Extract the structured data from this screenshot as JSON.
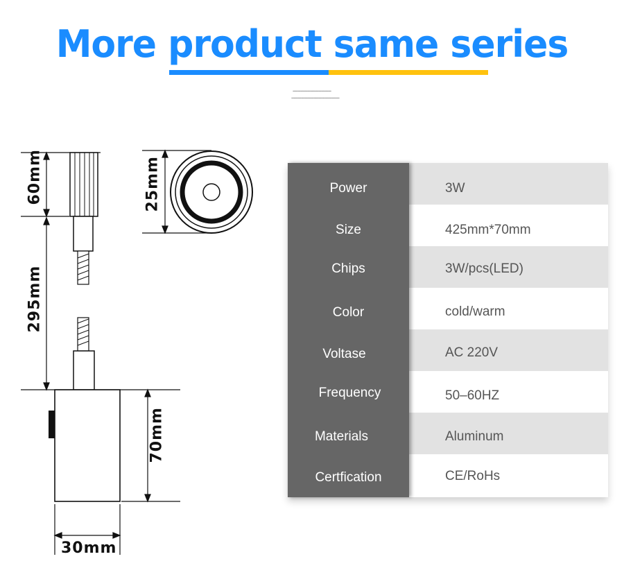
{
  "header": {
    "title": "More product same series"
  },
  "dimensions": {
    "top_height": "60mm",
    "cable_length": "295mm",
    "body_height": "70mm",
    "body_width": "30mm",
    "diameter": "25mm"
  },
  "specs": [
    {
      "label": "Power",
      "value": "3W"
    },
    {
      "label": "Size",
      "value": "425mm*70mm"
    },
    {
      "label": "Chips",
      "value": "3W/pcs(LED)"
    },
    {
      "label": "Color",
      "value": "cold/warm"
    },
    {
      "label": "Voltase",
      "value": "AC 220V"
    },
    {
      "label": "Frequency",
      "value": "50–60HZ"
    },
    {
      "label": "Materials",
      "value": "Aluminum"
    },
    {
      "label": "Certfication",
      "value": "CE/RoHs"
    }
  ],
  "colors": {
    "title_blue": "#1a8cff",
    "accent_yellow": "#ffc20e",
    "label_bg": "#666666",
    "row_alt": "#e2e2e2"
  }
}
